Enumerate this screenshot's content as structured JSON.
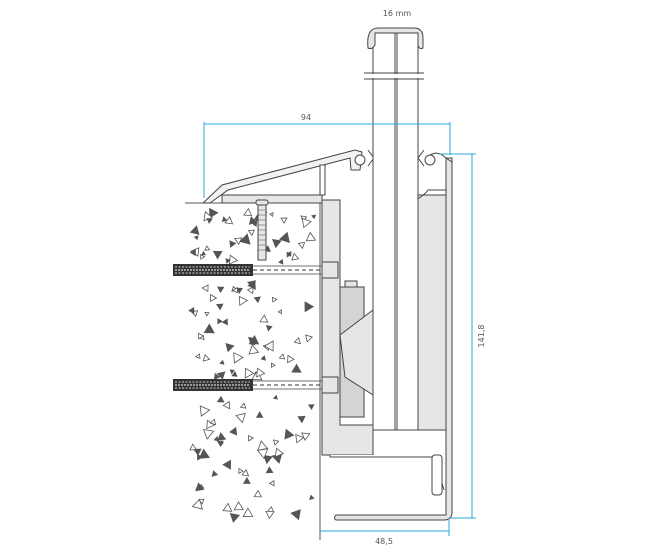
{
  "dimensions": {
    "glass_thickness": "16 mm",
    "top_width": "94",
    "height": "141,8",
    "bottom_width": "48,5"
  },
  "colors": {
    "dimension_line": "#29a8e0",
    "profile_fill": "#e6e6e6",
    "block_fill": "#d4d4d4",
    "stroke": "#444444"
  }
}
